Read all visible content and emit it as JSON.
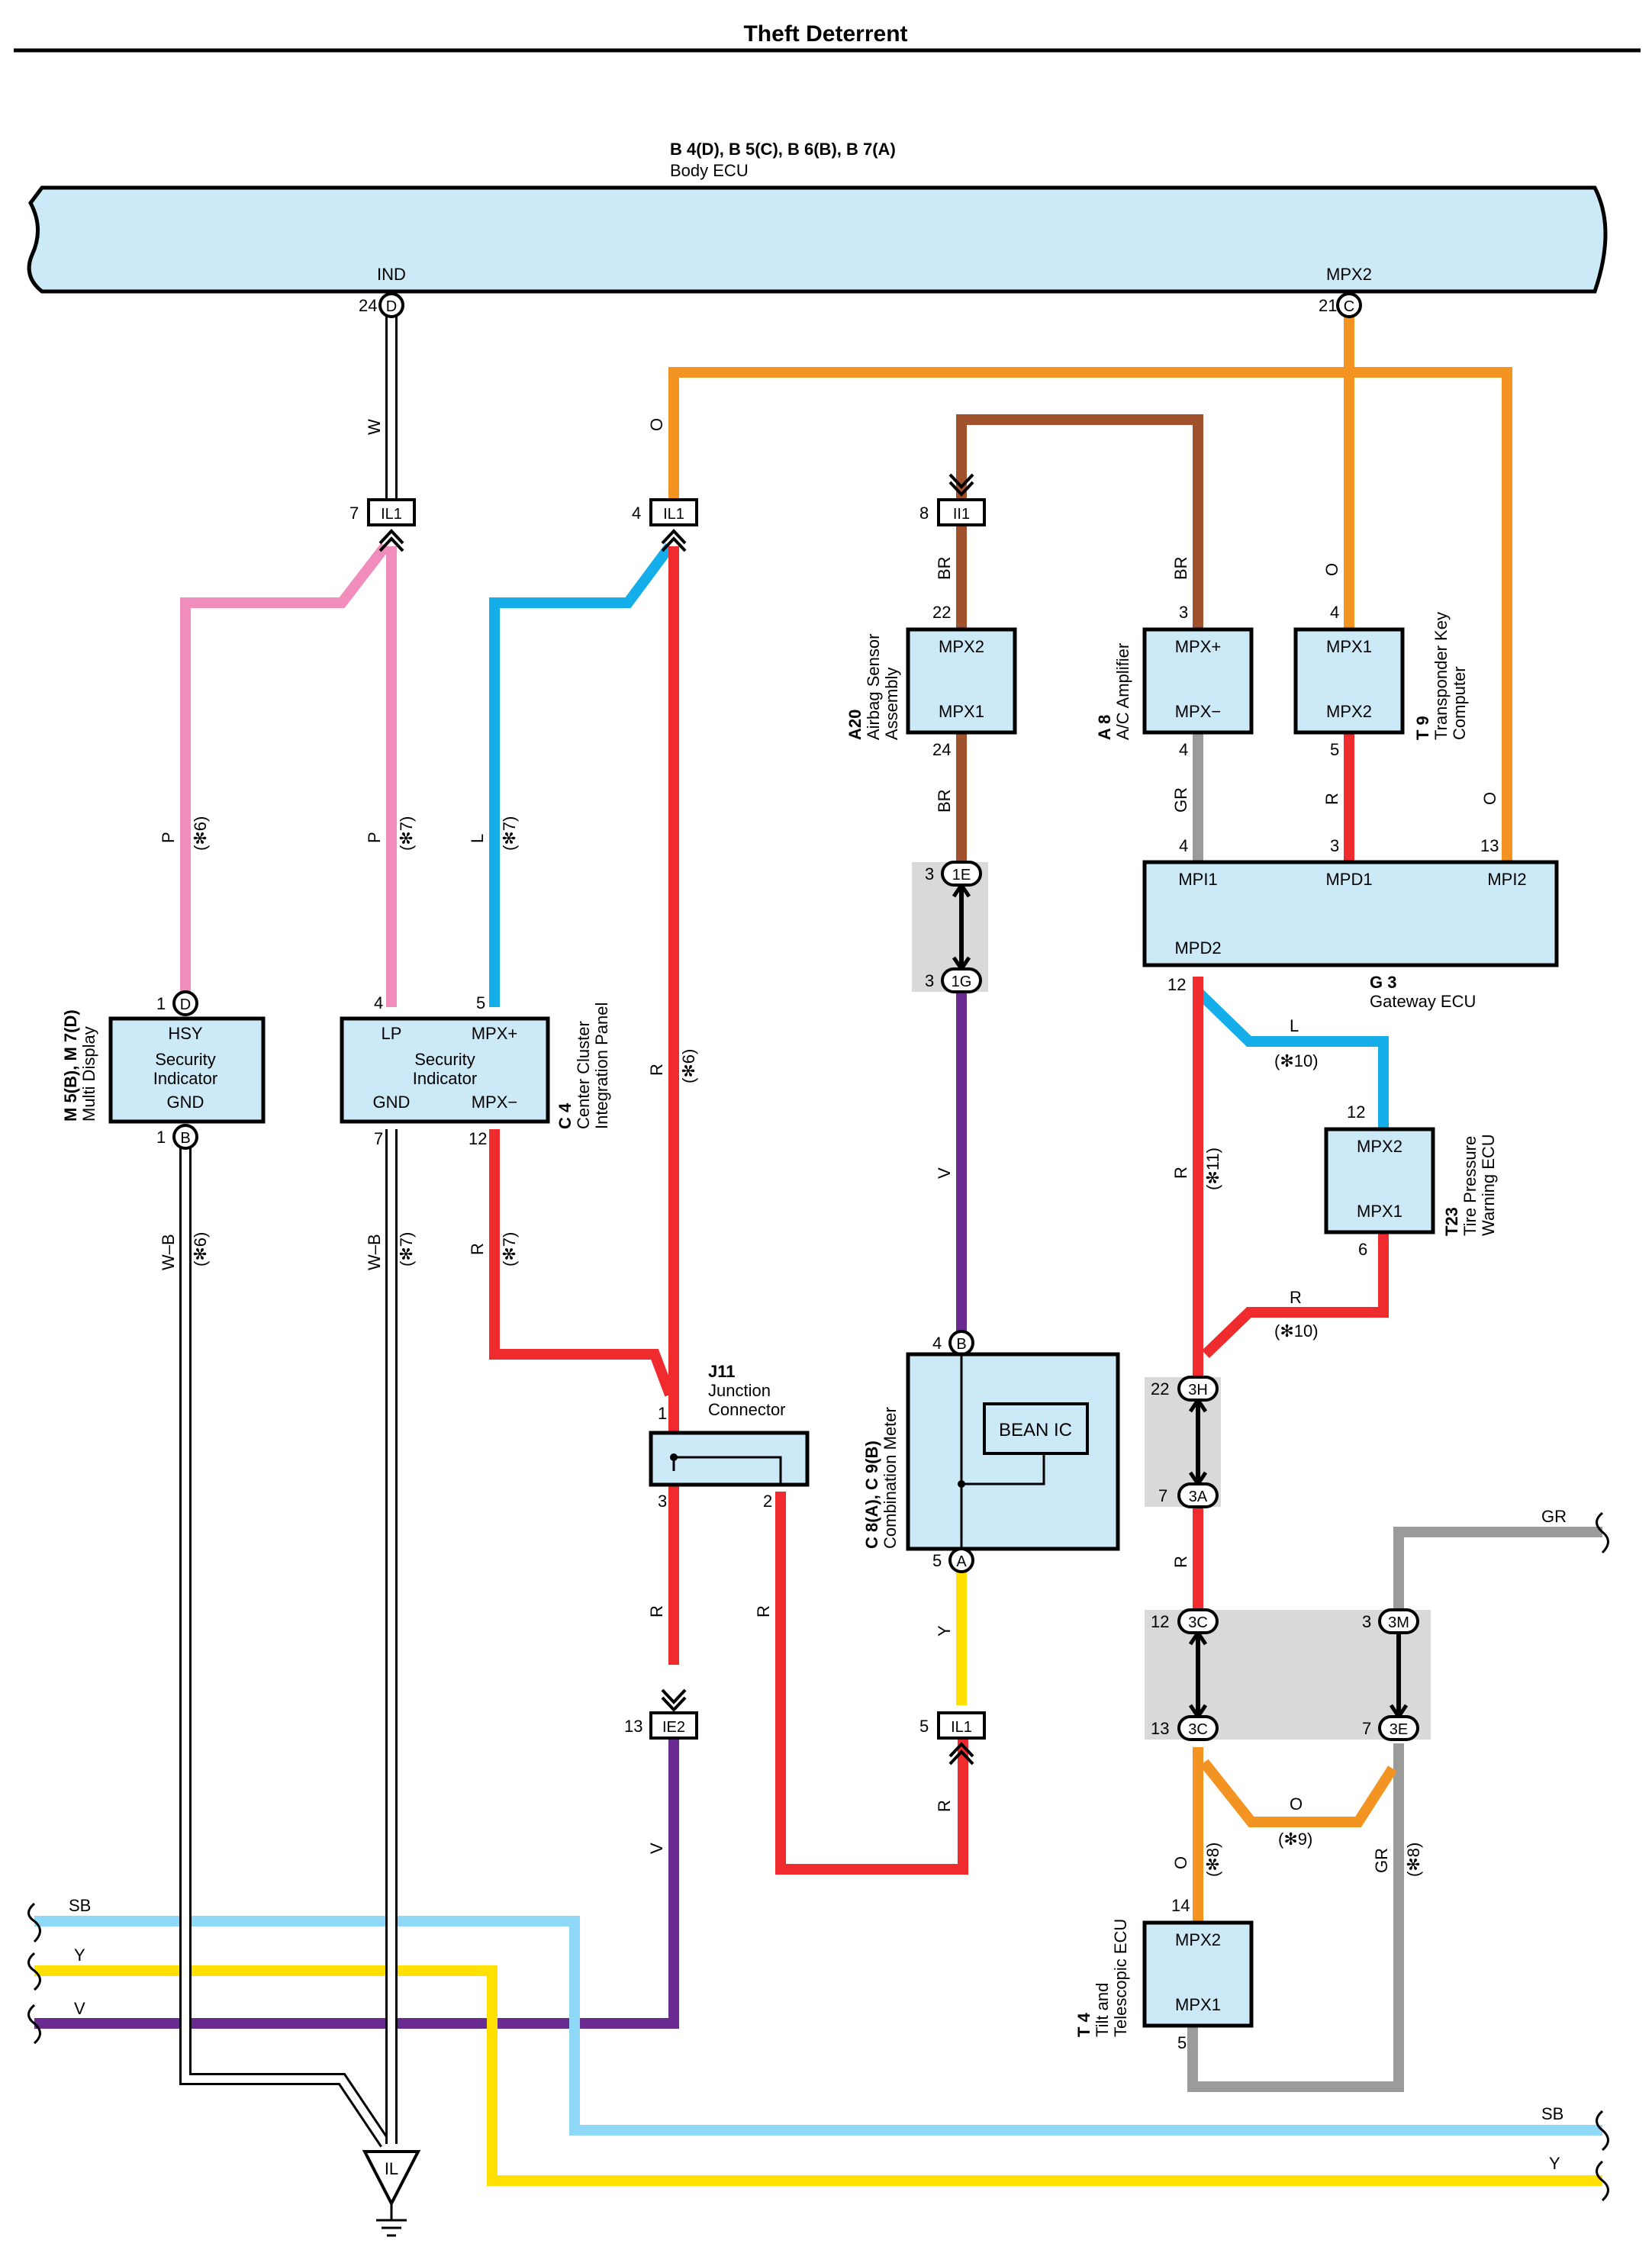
{
  "title": "Theft Deterrent",
  "colors": {
    "panel_fill": "#cbe9f7",
    "splice_gray": "#d9d9d9",
    "W": "#ffffff",
    "O": "#f39322",
    "BR": "#a0522d",
    "P": "#f08dbd",
    "L": "#14aeea",
    "R": "#ef2b2d",
    "V": "#6a2b91",
    "Y": "#ffe000",
    "GR": "#9b9b9b",
    "SB": "#8fd8f8",
    "WB": "#ffffff"
  },
  "body_ecu": {
    "code": "B 4(D), B 5(C), B 6(B), B 7(A)",
    "name": "Body ECU",
    "pin_ind": "IND",
    "pin_mpx2": "MPX2"
  },
  "connectors": {
    "il1_w_pin": "7",
    "il1_w_code": "IL1",
    "il1_o_pin": "4",
    "il1_o_code": "IL1",
    "ii1_pin": "8",
    "ii1_code": "II1",
    "ie2_pin": "13",
    "ie2_code": "IE2",
    "il1_y_pin": "5",
    "il1_y_code": "IL1"
  },
  "terminals": {
    "t24": "24",
    "tD": "D",
    "t21": "21",
    "tC": "C",
    "m1": "1",
    "mD": "D",
    "m1b": "1",
    "mB": "B",
    "cc4": "4",
    "cc5": "5",
    "cc7": "7",
    "cc12": "12",
    "a22": "22",
    "a24": "24",
    "ac3": "3",
    "ac4": "4",
    "tk4": "4",
    "tk5": "5",
    "g4": "4",
    "g3": "3",
    "g13": "13",
    "g12": "12",
    "tp12": "12",
    "tp6": "6",
    "j1": "1",
    "j3": "3",
    "j2": "2",
    "cb4": "4",
    "cB": "B",
    "cb5": "5",
    "cA": "A",
    "tt14": "14",
    "tt5": "5"
  },
  "splices": {
    "s1e_pin": "3",
    "s1e": "1E",
    "s1g_pin": "3",
    "s1g": "1G",
    "s3h_pin": "22",
    "s3h": "3H",
    "s3a_pin": "7",
    "s3a": "3A",
    "s3c1_pin": "12",
    "s3c1": "3C",
    "s3c2_pin": "13",
    "s3c2": "3C",
    "s3m_pin": "3",
    "s3m": "3M",
    "s3e_pin": "7",
    "s3e": "3E"
  },
  "components": {
    "multi_display": {
      "code": "M 5(B), M 7(D)",
      "name": "Multi Display",
      "hsy": "HSY",
      "label1": "Security",
      "label2": "Indicator",
      "gnd": "GND"
    },
    "center_cluster": {
      "code": "C 4",
      "name1": "Center Cluster",
      "name2": "Integration Panel",
      "lp": "LP",
      "mpxp": "MPX+",
      "label1": "Security",
      "label2": "Indicator",
      "gnd": "GND",
      "mpxm": "MPX−"
    },
    "airbag": {
      "code": "A20",
      "name1": "Airbag Sensor",
      "name2": "Assembly",
      "mpx2": "MPX2",
      "mpx1": "MPX1"
    },
    "ac_amp": {
      "code": "A 8",
      "name": "A/C Amplifier",
      "mpxp": "MPX+",
      "mpxm": "MPX−"
    },
    "transponder": {
      "code": "T 9",
      "name1": "Transponder Key",
      "name2": "Computer",
      "mpx1": "MPX1",
      "mpx2": "MPX2"
    },
    "gateway": {
      "code": "G 3",
      "name": "Gateway ECU",
      "mpi1": "MPI1",
      "mpd1": "MPD1",
      "mpi2": "MPI2",
      "mpd2": "MPD2"
    },
    "tire_pressure": {
      "code": "T23",
      "name1": "Tire Pressure",
      "name2": "Warning ECU",
      "mpx2": "MPX2",
      "mpx1": "MPX1"
    },
    "junction": {
      "code": "J11",
      "name1": "Junction",
      "name2": "Connector"
    },
    "combination_meter": {
      "code": "C 8(A), C 9(B)",
      "name": "Combination Meter",
      "ic": "BEAN IC"
    },
    "tilt": {
      "code": "T 4",
      "name1": "Tilt and",
      "name2": "Telescopic ECU",
      "mpx2": "MPX2",
      "mpx1": "MPX1"
    }
  },
  "wire_labels": {
    "w": "W",
    "o_top": "O",
    "br_top": "BR",
    "br_a": "BR",
    "br_b": "BR",
    "o_t9": "O",
    "o_g3": "O",
    "gr_g3": "GR",
    "r_g3": "R",
    "p1": "P",
    "p1_note": "(✻6)",
    "p2": "P",
    "p2_note": "(✻7)",
    "l1": "L",
    "l1_note": "(✻7)",
    "r_main": "R",
    "r_main_note": "(✻6)",
    "v_meter": "V",
    "l_tp": "L",
    "l_tp_note": "(✻10)",
    "r_g12": "R",
    "r_g12_note": "(✻11)",
    "r_tp": "R",
    "r_tp_note": "(✻10)",
    "wb1": "W–B",
    "wb1_note": "(✻6)",
    "wb2": "W–B",
    "wb2_note": "(✻7)",
    "r_cc": "R",
    "r_cc_note": "(✻7)",
    "r_j3": "R",
    "r_j2": "R",
    "y_meter": "Y",
    "r_il1": "R",
    "r_3a": "R",
    "gr_right": "GR",
    "o_3c": "O",
    "o_3c_note": "(✻8)",
    "o_mid": "O",
    "o_mid_note": "(✻9)",
    "gr_3e": "GR",
    "gr_3e_note": "(✻8)",
    "v_ie2": "V",
    "sb_left": "SB",
    "y_left": "Y",
    "v_left": "V",
    "sb_right": "SB",
    "y_right": "Y"
  },
  "ground": {
    "label": "IL"
  }
}
